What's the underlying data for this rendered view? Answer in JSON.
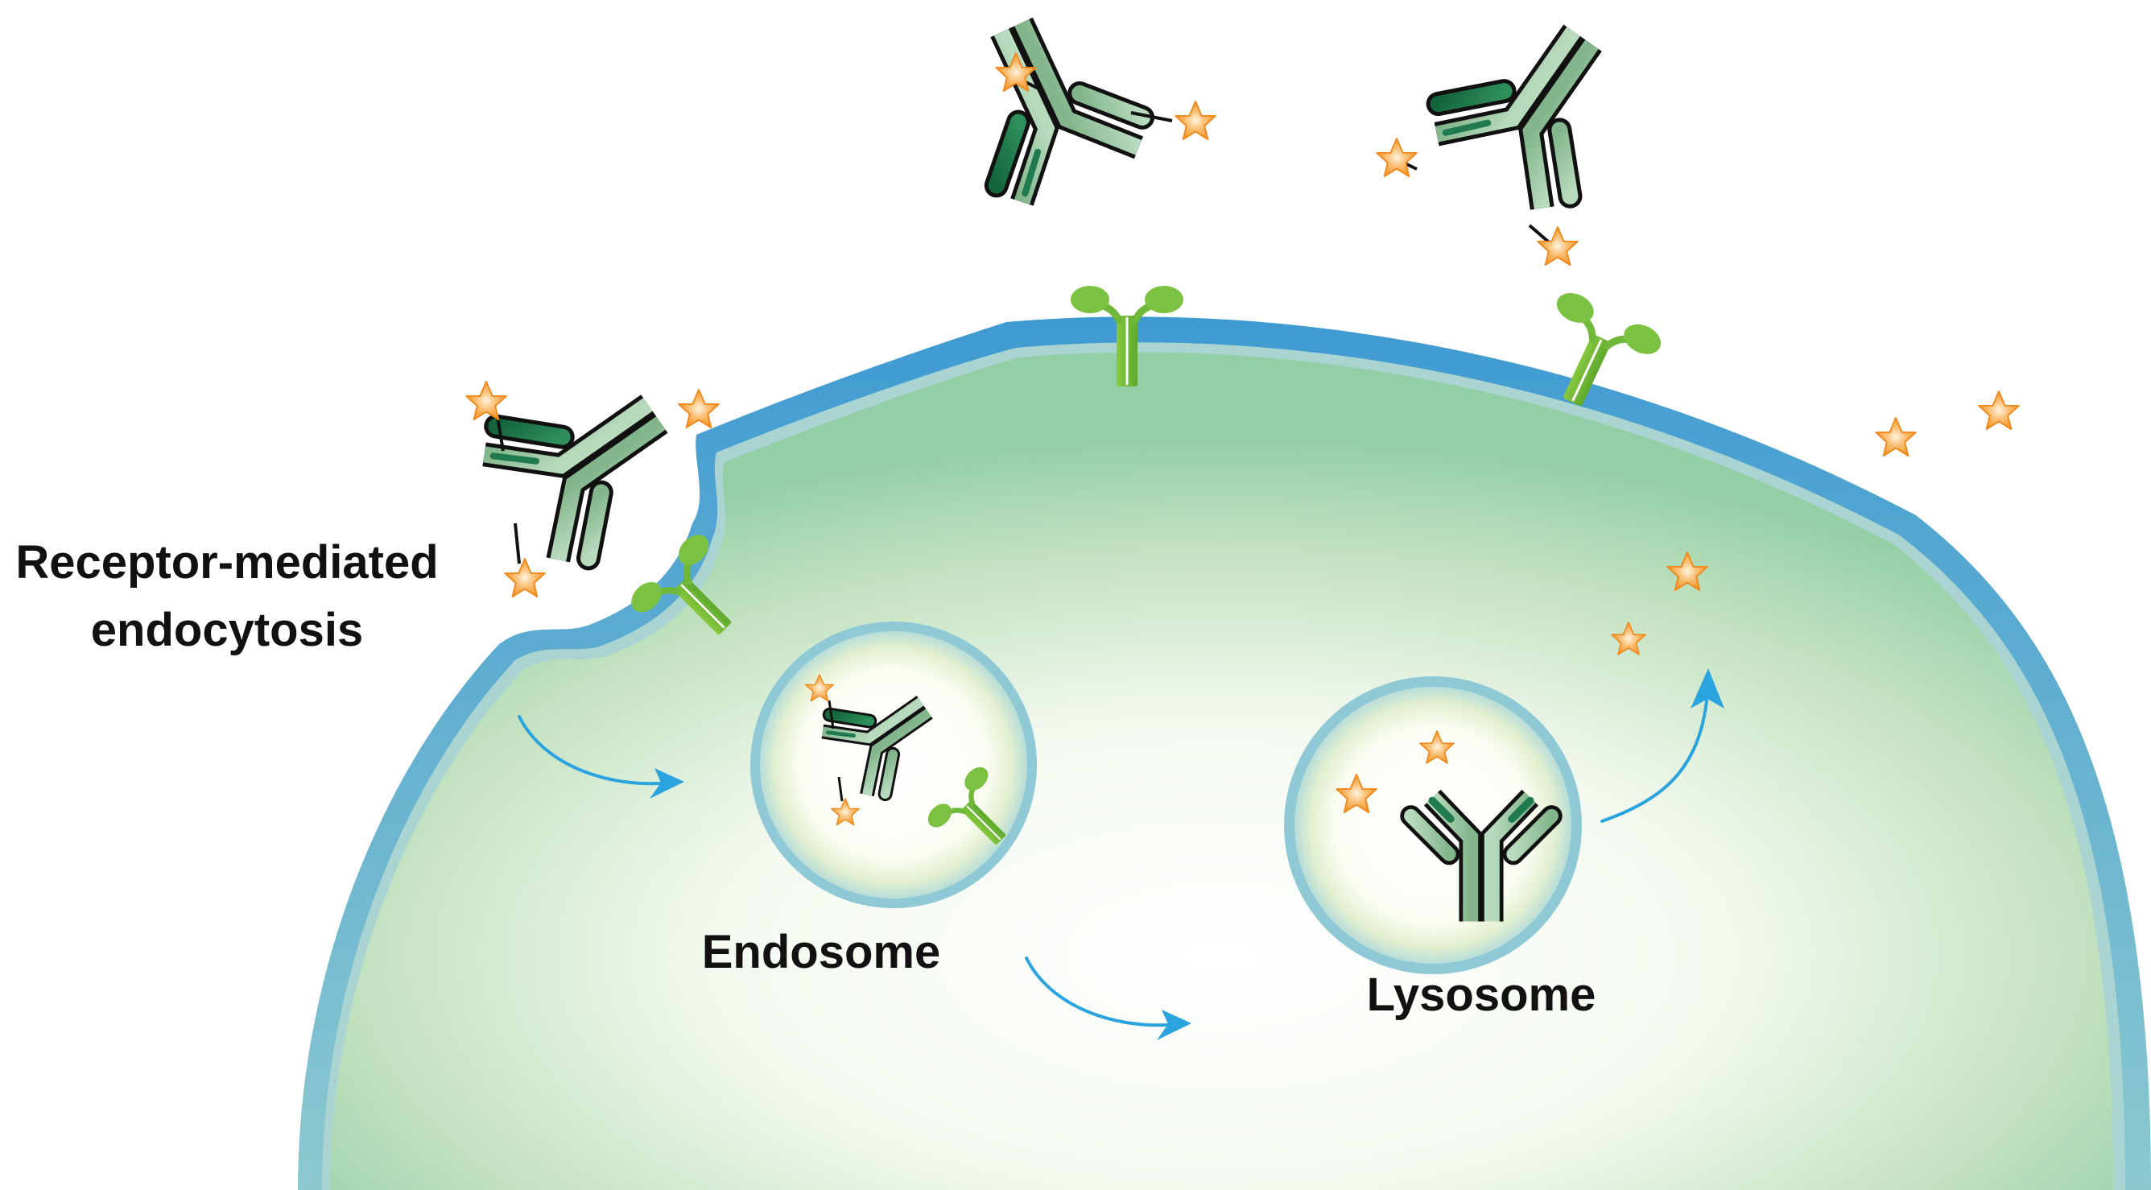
{
  "labels": {
    "endocytosis_line1": "Receptor-mediated",
    "endocytosis_line2": "endocytosis",
    "endosome": "Endosome",
    "lysosome": "Lysosome"
  },
  "colors": {
    "membrane_outer": "#4ea6d6",
    "membrane_inner": "#9fd0d4",
    "cytoplasm_edge": "#8fcb9a",
    "cytoplasm_center": "#ffffff",
    "receptor": "#7cc242",
    "antibody_light": "#9fc8a4",
    "antibody_dark": "#1f7a4d",
    "drug_star": "#f6a33c",
    "arrow": "#2aa3df",
    "text": "#111111"
  },
  "icons": {
    "antibody": "antibody-icon",
    "receptor": "receptor-icon",
    "drug": "star-icon",
    "arrow": "arrow-icon"
  }
}
